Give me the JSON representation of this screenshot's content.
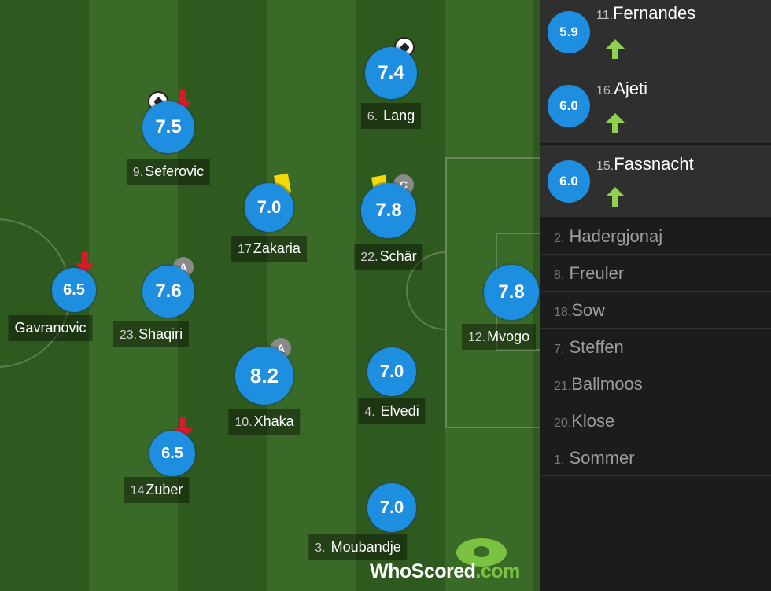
{
  "starters": [
    {
      "id": "fernandes-top",
      "number": "",
      "name": "",
      "rating": ""
    },
    {
      "id": "seferovic",
      "number": "9.",
      "name": "Seferovic",
      "rating": "7.5"
    },
    {
      "id": "lang",
      "number": "6.",
      "name": "Lang",
      "rating": "7.4"
    },
    {
      "id": "zakaria",
      "number": "17",
      "name": "Zakaria",
      "rating": "7.0"
    },
    {
      "id": "schar",
      "number": "22.",
      "name": "Schär",
      "rating": "7.8"
    },
    {
      "id": "gavranovic",
      "number": "",
      "name": "Gavranovic",
      "rating": "6.5"
    },
    {
      "id": "shaqiri",
      "number": "23.",
      "name": "Shaqiri",
      "rating": "7.6"
    },
    {
      "id": "mvogo",
      "number": "12.",
      "name": "Mvogo",
      "rating": "7.8"
    },
    {
      "id": "xhaka",
      "number": "10.",
      "name": "Xhaka",
      "rating": "8.2"
    },
    {
      "id": "elvedi",
      "number": "4.",
      "name": "Elvedi",
      "rating": "7.0"
    },
    {
      "id": "zuber",
      "number": "14",
      "name": "Zuber",
      "rating": "6.5"
    },
    {
      "id": "moubandje",
      "number": "3.",
      "name": "Moubandje",
      "rating": "7.0"
    }
  ],
  "badges": {
    "captain": "C",
    "assist": "A"
  },
  "substitutes": [
    {
      "number": "11.",
      "name": "Fernandes",
      "rating": "5.9"
    },
    {
      "number": "16.",
      "name": "Ajeti",
      "rating": "6.0"
    },
    {
      "number": "15.",
      "name": "Fassnacht",
      "rating": "6.0"
    }
  ],
  "unused": [
    {
      "number": "2.",
      "name": "Hadergjonaj"
    },
    {
      "number": "8.",
      "name": "Freuler"
    },
    {
      "number": "18.",
      "name": "Sow"
    },
    {
      "number": "7.",
      "name": "Steffen"
    },
    {
      "number": "21.",
      "name": "Ballmoos"
    },
    {
      "number": "20.",
      "name": "Klose"
    },
    {
      "number": "1.",
      "name": "Sommer"
    }
  ],
  "logo": {
    "part1": "WhoScored",
    "part2": ".com"
  },
  "colors": {
    "rating_bubble": "#1e8fe0",
    "sub_arrow": "#8fd14f",
    "off_arrow": "#d8192a",
    "yellow_card": "#f5d90a",
    "logo_green": "#7cc242"
  },
  "icons": [
    "ball-icon",
    "down-arrow-icon",
    "up-arrow-icon",
    "yellow-card-icon",
    "captain-badge",
    "assist-badge"
  ]
}
